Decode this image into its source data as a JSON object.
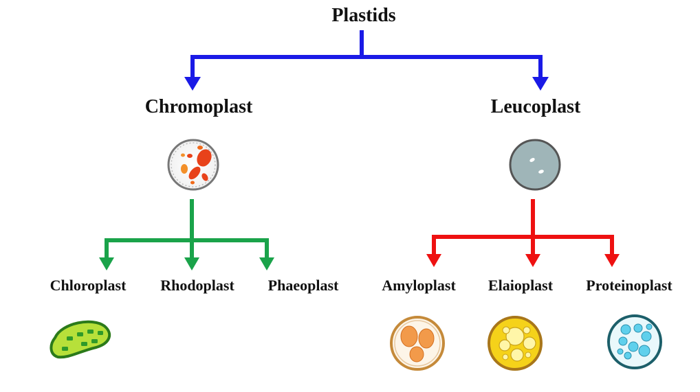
{
  "root": {
    "label": "Plastids"
  },
  "branches": {
    "chromoplast": {
      "label": "Chromoplast",
      "children": [
        {
          "label": "Chloroplast"
        },
        {
          "label": "Rhodoplast"
        },
        {
          "label": "Phaeoplast"
        }
      ]
    },
    "leucoplast": {
      "label": "Leucoplast",
      "children": [
        {
          "label": "Amyloplast"
        },
        {
          "label": "Elaioplast"
        },
        {
          "label": "Proteinoplast"
        }
      ]
    }
  },
  "colors": {
    "root_connector": "#1a1ae6",
    "chromoplast_connector": "#1aa34a",
    "leucoplast_connector": "#ee1111"
  }
}
